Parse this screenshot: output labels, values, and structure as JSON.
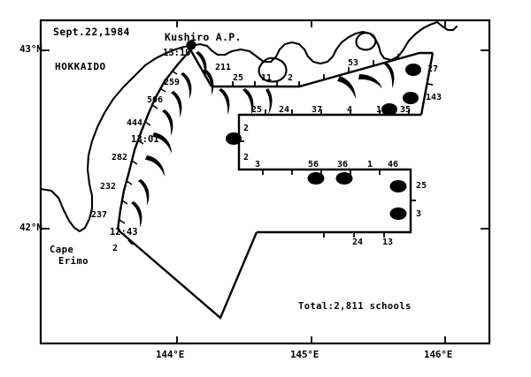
{
  "figure": {
    "date_label": "Sept.22,1984",
    "region_label": "HOKKAIDO",
    "airport_label": "Kushiro A.P.",
    "cape_label_line1": "Cape",
    "cape_label_line2": "Erimo",
    "total_label": "Total:2,811 schools",
    "ink_color": "#000000",
    "background_color": "#ffffff"
  },
  "axes": {
    "x_ticks": [
      {
        "label": "144°E",
        "value": 144
      },
      {
        "label": "145°E",
        "value": 145
      },
      {
        "label": "146°E",
        "value": 146
      }
    ],
    "y_ticks": [
      {
        "label": "43°N",
        "value": 43
      },
      {
        "label": "42°N",
        "value": 42
      }
    ]
  },
  "times": [
    {
      "label": "13:19"
    },
    {
      "label": "13:01"
    },
    {
      "label": "12:43"
    }
  ],
  "counts": {
    "coastal_leg": [
      "259",
      "506",
      "444",
      "282",
      "232",
      "237",
      "2"
    ],
    "kushiro_leg": [
      "211"
    ],
    "north_transect": [
      "25",
      "11",
      "2",
      "53"
    ],
    "northeast_edge": [
      "27",
      "143"
    ],
    "middle_box_top": [
      "25",
      "24",
      "37",
      "4",
      "1",
      "35"
    ],
    "middle_box_left": [
      "2",
      "2"
    ],
    "middle_box_bottom": [
      "3",
      "56",
      "36",
      "1",
      "46"
    ],
    "south_box_right": [
      "25",
      "3"
    ],
    "south_box_bottom": [
      "24",
      "13"
    ]
  },
  "chart_data": {
    "type": "scatter",
    "title": "Sept.22,1984",
    "xlabel": "",
    "ylabel": "",
    "xlim": [
      143.2,
      146.45
    ],
    "ylim": [
      41.5,
      43.35
    ],
    "grid": false,
    "legend": "none",
    "annotations": [
      {
        "text": "Sept.22,1984",
        "x": 143.45,
        "y": 43.28
      },
      {
        "text": "HOKKAIDO",
        "x": 143.5,
        "y": 43.12
      },
      {
        "text": "Kushiro A.P.",
        "x": 144.32,
        "y": 43.28
      },
      {
        "text": "Cape Erimo",
        "x": 143.3,
        "y": 41.85
      },
      {
        "text": "Total:2,811 schools",
        "x": 145.0,
        "y": 41.75
      }
    ],
    "series": [
      {
        "name": "school counts along survey transects",
        "unit": "schools",
        "points": [
          {
            "label": "13:19",
            "kind": "time",
            "x": 144.05,
            "y": 43.15
          },
          {
            "label": "259",
            "kind": "count",
            "value": 259,
            "x": 143.97,
            "y": 43.02
          },
          {
            "label": "506",
            "kind": "count",
            "value": 506,
            "x": 143.93,
            "y": 42.88
          },
          {
            "label": "444",
            "kind": "count",
            "value": 444,
            "x": 143.87,
            "y": 42.78
          },
          {
            "label": "13:01",
            "kind": "time",
            "x": 143.88,
            "y": 42.7
          },
          {
            "label": "282",
            "kind": "count",
            "value": 282,
            "x": 143.81,
            "y": 42.62
          },
          {
            "label": "232",
            "kind": "count",
            "value": 232,
            "x": 143.78,
            "y": 42.47
          },
          {
            "label": "237",
            "kind": "count",
            "value": 237,
            "x": 143.74,
            "y": 42.33
          },
          {
            "label": "12:43",
            "kind": "time",
            "x": 143.8,
            "y": 42.22
          },
          {
            "label": "2",
            "kind": "count",
            "value": 2,
            "x": 143.76,
            "y": 42.1
          },
          {
            "label": "211",
            "kind": "count",
            "value": 211,
            "x": 144.3,
            "y": 43.08
          },
          {
            "label": "25",
            "kind": "count",
            "value": 25,
            "x": 144.46,
            "y": 43.0
          },
          {
            "label": "11",
            "kind": "count",
            "value": 11,
            "x": 144.62,
            "y": 43.0
          },
          {
            "label": "2",
            "kind": "count",
            "value": 2,
            "x": 144.78,
            "y": 43.0
          },
          {
            "label": "53",
            "kind": "count",
            "value": 53,
            "x": 145.28,
            "y": 43.06
          },
          {
            "label": "27",
            "kind": "count",
            "value": 27,
            "x": 145.98,
            "y": 43.02
          },
          {
            "label": "143",
            "kind": "count",
            "value": 143,
            "x": 145.98,
            "y": 42.88
          },
          {
            "label": "25",
            "kind": "count",
            "value": 25,
            "x": 144.62,
            "y": 42.78
          },
          {
            "label": "24",
            "kind": "count",
            "value": 24,
            "x": 144.79,
            "y": 42.78
          },
          {
            "label": "37",
            "kind": "count",
            "value": 37,
            "x": 145.0,
            "y": 42.78
          },
          {
            "label": "4",
            "kind": "count",
            "value": 4,
            "x": 145.27,
            "y": 42.78
          },
          {
            "label": "1",
            "kind": "count",
            "value": 1,
            "x": 145.47,
            "y": 42.78
          },
          {
            "label": "35",
            "kind": "count",
            "value": 35,
            "x": 145.67,
            "y": 42.78
          },
          {
            "label": "2",
            "kind": "count",
            "value": 2,
            "x": 144.57,
            "y": 42.68
          },
          {
            "label": "2",
            "kind": "count",
            "value": 2,
            "x": 144.57,
            "y": 42.48
          },
          {
            "label": "3",
            "kind": "count",
            "value": 3,
            "x": 144.66,
            "y": 42.4
          },
          {
            "label": "56",
            "kind": "count",
            "value": 56,
            "x": 145.0,
            "y": 42.4
          },
          {
            "label": "36",
            "kind": "count",
            "value": 36,
            "x": 145.2,
            "y": 42.4
          },
          {
            "label": "1",
            "kind": "count",
            "value": 1,
            "x": 145.42,
            "y": 42.4
          },
          {
            "label": "46",
            "kind": "count",
            "value": 46,
            "x": 145.62,
            "y": 42.4
          },
          {
            "label": "25",
            "kind": "count",
            "value": 25,
            "x": 145.82,
            "y": 42.29
          },
          {
            "label": "3",
            "kind": "count",
            "value": 3,
            "x": 145.82,
            "y": 42.12
          },
          {
            "label": "24",
            "kind": "count",
            "value": 24,
            "x": 145.38,
            "y": 42.03
          },
          {
            "label": "13",
            "kind": "count",
            "value": 13,
            "x": 145.6,
            "y": 42.03
          }
        ]
      }
    ],
    "total": 2811,
    "total_unit": "schools"
  }
}
